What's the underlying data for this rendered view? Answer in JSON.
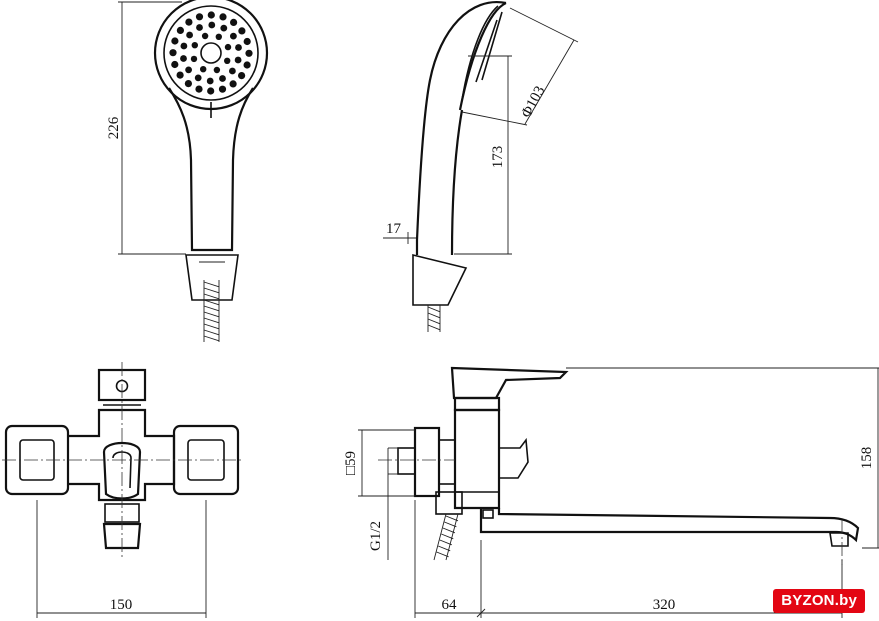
{
  "dimensions": {
    "handset_length": "226",
    "head_diameter": "Φ103",
    "head_to_handle": "173",
    "handle_end": "17",
    "body_width": "150",
    "square_size": "□59",
    "thread_size": "G1/2",
    "total_height": "158",
    "wall_offset": "64",
    "spout_length": "320"
  },
  "watermark": {
    "text": "BYZON.by",
    "color": "#e30613"
  }
}
